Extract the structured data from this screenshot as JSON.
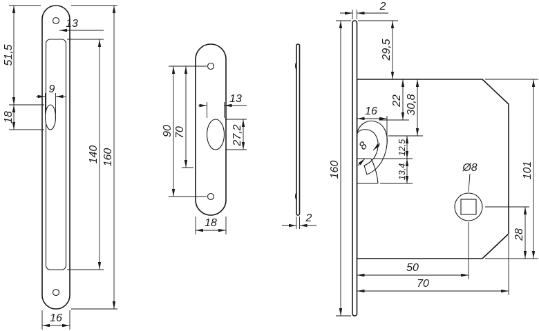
{
  "drawing": {
    "ink_color": "#1a1a1a",
    "faceplate_front": {
      "hole_offset": "13",
      "top_to_latch": "51,5",
      "latch_width": "9",
      "latch_height": "18",
      "case_length": "140",
      "overall_length": "160",
      "width": "16"
    },
    "strike_front": {
      "hole_spacing": "90",
      "inner_spacing": "70",
      "cutout_width": "13",
      "cutout_height": "27,2",
      "width": "18"
    },
    "strike_side": {
      "thickness": "2"
    },
    "body_side": {
      "faceplate_thickness": "2",
      "top_to_case": "29,5",
      "hook_tip_offset": "22",
      "hook_root_offset": "30,8",
      "hook_reach": "16",
      "slot_upper": "12,5",
      "slot_lower": "13,4",
      "hook_thickness": "8",
      "overall_length": "160",
      "spindle_label": "Ø8",
      "case_height": "101",
      "spindle_to_bottom": "28",
      "backset": "50",
      "case_depth": "70"
    }
  }
}
